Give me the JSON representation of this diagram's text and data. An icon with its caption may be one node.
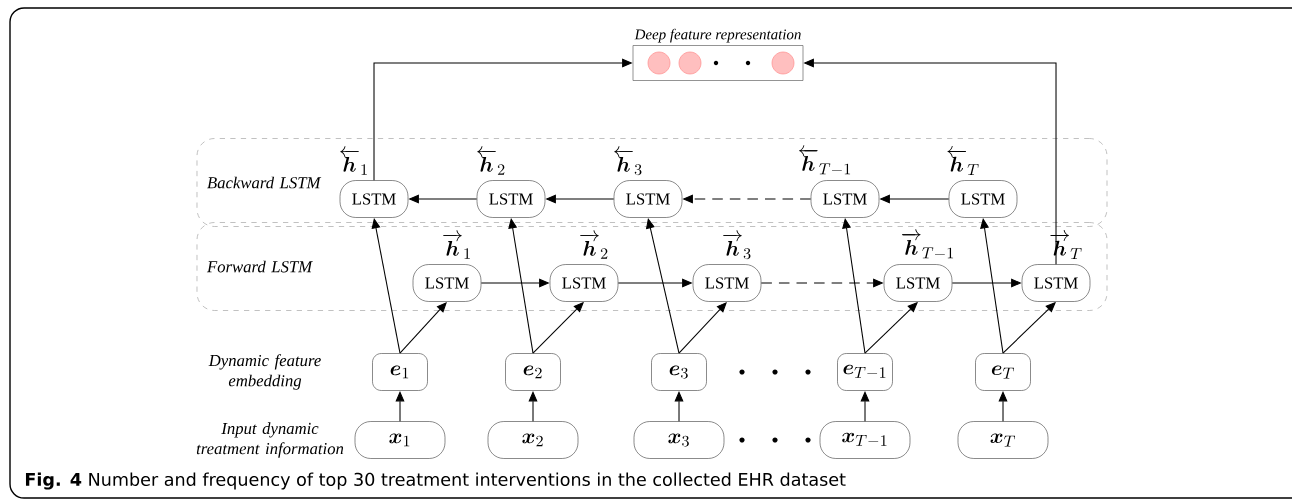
{
  "diagram": {
    "caption": "**Fig. 4** Number and frequency of top 30 treatment interventions in the collected EHR dataset",
    "nodes": [
      {
        "text": [
          "Deep feature representation"
        ]
      },
      {
        "text": [
          "Backward LSTM"
        ]
      },
      {
        "text": [
          "Forward LSTM"
        ]
      },
      {
        "text": [
          "LSTM"
        ],
        "in": 1,
        "beside": [
          "\\overleftarrow{\\boldsymbol{h}}_{1}"
        ]
      },
      {
        "text": [
          "LSTM"
        ],
        "in": 1,
        "beside": [
          "\\overleftarrow{\\boldsymbol{h}}_{2}"
        ]
      },
      {
        "text": [
          "LSTM"
        ],
        "in": 1,
        "beside": [
          "\\overleftarrow{\\boldsymbol{h}}_{3}"
        ]
      },
      {
        "text": [
          "LSTM"
        ],
        "in": 1,
        "beside": [
          "\\overleftarrow{\\boldsymbol{h}}_{T-1}"
        ]
      },
      {
        "text": [
          "LSTM"
        ],
        "in": 1,
        "beside": [
          "\\overleftarrow{\\boldsymbol{h}}_{T}"
        ]
      },
      {
        "text": [
          "LSTM"
        ],
        "in": 2,
        "beside": [
          "\\overrightarrow{\\boldsymbol{h}}_{1}"
        ]
      },
      {
        "text": [
          "LSTM"
        ],
        "in": 2,
        "beside": [
          "\\overrightarrow{\\boldsymbol{h}}_{2}"
        ]
      },
      {
        "text": [
          "LSTM"
        ],
        "in": 2,
        "beside": [
          "\\overrightarrow{\\boldsymbol{h}}_{3}"
        ]
      },
      {
        "text": [
          "LSTM"
        ],
        "in": 2,
        "beside": [
          "\\overrightarrow{\\boldsymbol{h}}_{T-1}"
        ]
      },
      {
        "text": [
          "LSTM"
        ],
        "in": 2,
        "beside": [
          "\\overrightarrow{\\boldsymbol{h}}_{T}"
        ]
      },
      {
        "text": [
          "\\boldsymbol{e}_{1}"
        ]
      },
      {
        "text": [
          "\\boldsymbol{e}_{2}"
        ]
      },
      {
        "text": [
          "\\boldsymbol{e}_{3}"
        ]
      },
      {
        "text": [
          "\\boldsymbol{e}_{T-1}"
        ]
      },
      {
        "text": [
          "\\boldsymbol{e}_{T}"
        ]
      },
      {
        "text": [
          "\\boldsymbol{x}_{1}"
        ]
      },
      {
        "text": [
          "\\boldsymbol{x}_{2}"
        ]
      },
      {
        "text": [
          "\\boldsymbol{x}_{3}"
        ]
      },
      {
        "text": [
          "\\boldsymbol{x}_{T-1}"
        ]
      },
      {
        "text": [
          "\\boldsymbol{x}_{T}"
        ]
      }
    ],
    "edges": [
      {
        "from": 18,
        "to": 13,
        "arrow": "to"
      },
      {
        "from": 19,
        "to": 14,
        "arrow": "to"
      },
      {
        "from": 20,
        "to": 15,
        "arrow": "to"
      },
      {
        "from": 21,
        "to": 16,
        "arrow": "to"
      },
      {
        "from": 22,
        "to": 17,
        "arrow": "to"
      },
      {
        "from": 13,
        "to": 8,
        "arrow": "to"
      },
      {
        "from": 14,
        "to": 9,
        "arrow": "to"
      },
      {
        "from": 15,
        "to": 10,
        "arrow": "to"
      },
      {
        "from": 16,
        "to": 11,
        "arrow": "to"
      },
      {
        "from": 17,
        "to": 12,
        "arrow": "to"
      },
      {
        "from": 13,
        "to": 3,
        "arrow": "to"
      },
      {
        "from": 14,
        "to": 4,
        "arrow": "to"
      },
      {
        "from": 15,
        "to": 5,
        "arrow": "to"
      },
      {
        "from": 16,
        "to": 6,
        "arrow": "to"
      },
      {
        "from": 17,
        "to": 7,
        "arrow": "to"
      },
      {
        "from": 8,
        "to": 9,
        "arrow": "to"
      },
      {
        "from": 9,
        "to": 10,
        "arrow": "to"
      },
      {
        "from": 10,
        "to": 11,
        "arrow": "to",
        "style": "dashed"
      },
      {
        "from": 11,
        "to": 12,
        "arrow": "to"
      },
      {
        "from": 7,
        "to": 6,
        "arrow": "to"
      },
      {
        "from": 6,
        "to": 5,
        "arrow": "to",
        "style": "dashed"
      },
      {
        "from": 5,
        "to": 4,
        "arrow": "to"
      },
      {
        "from": 4,
        "to": 3,
        "arrow": "to"
      },
      {
        "from": 3,
        "to": 0,
        "arrow": "to"
      },
      {
        "from": 12,
        "to": 0,
        "arrow": "to"
      }
    ],
    "labels": [
      "Dynamic feature embedding",
      "Input dynamic treatment information"
    ]
  }
}
